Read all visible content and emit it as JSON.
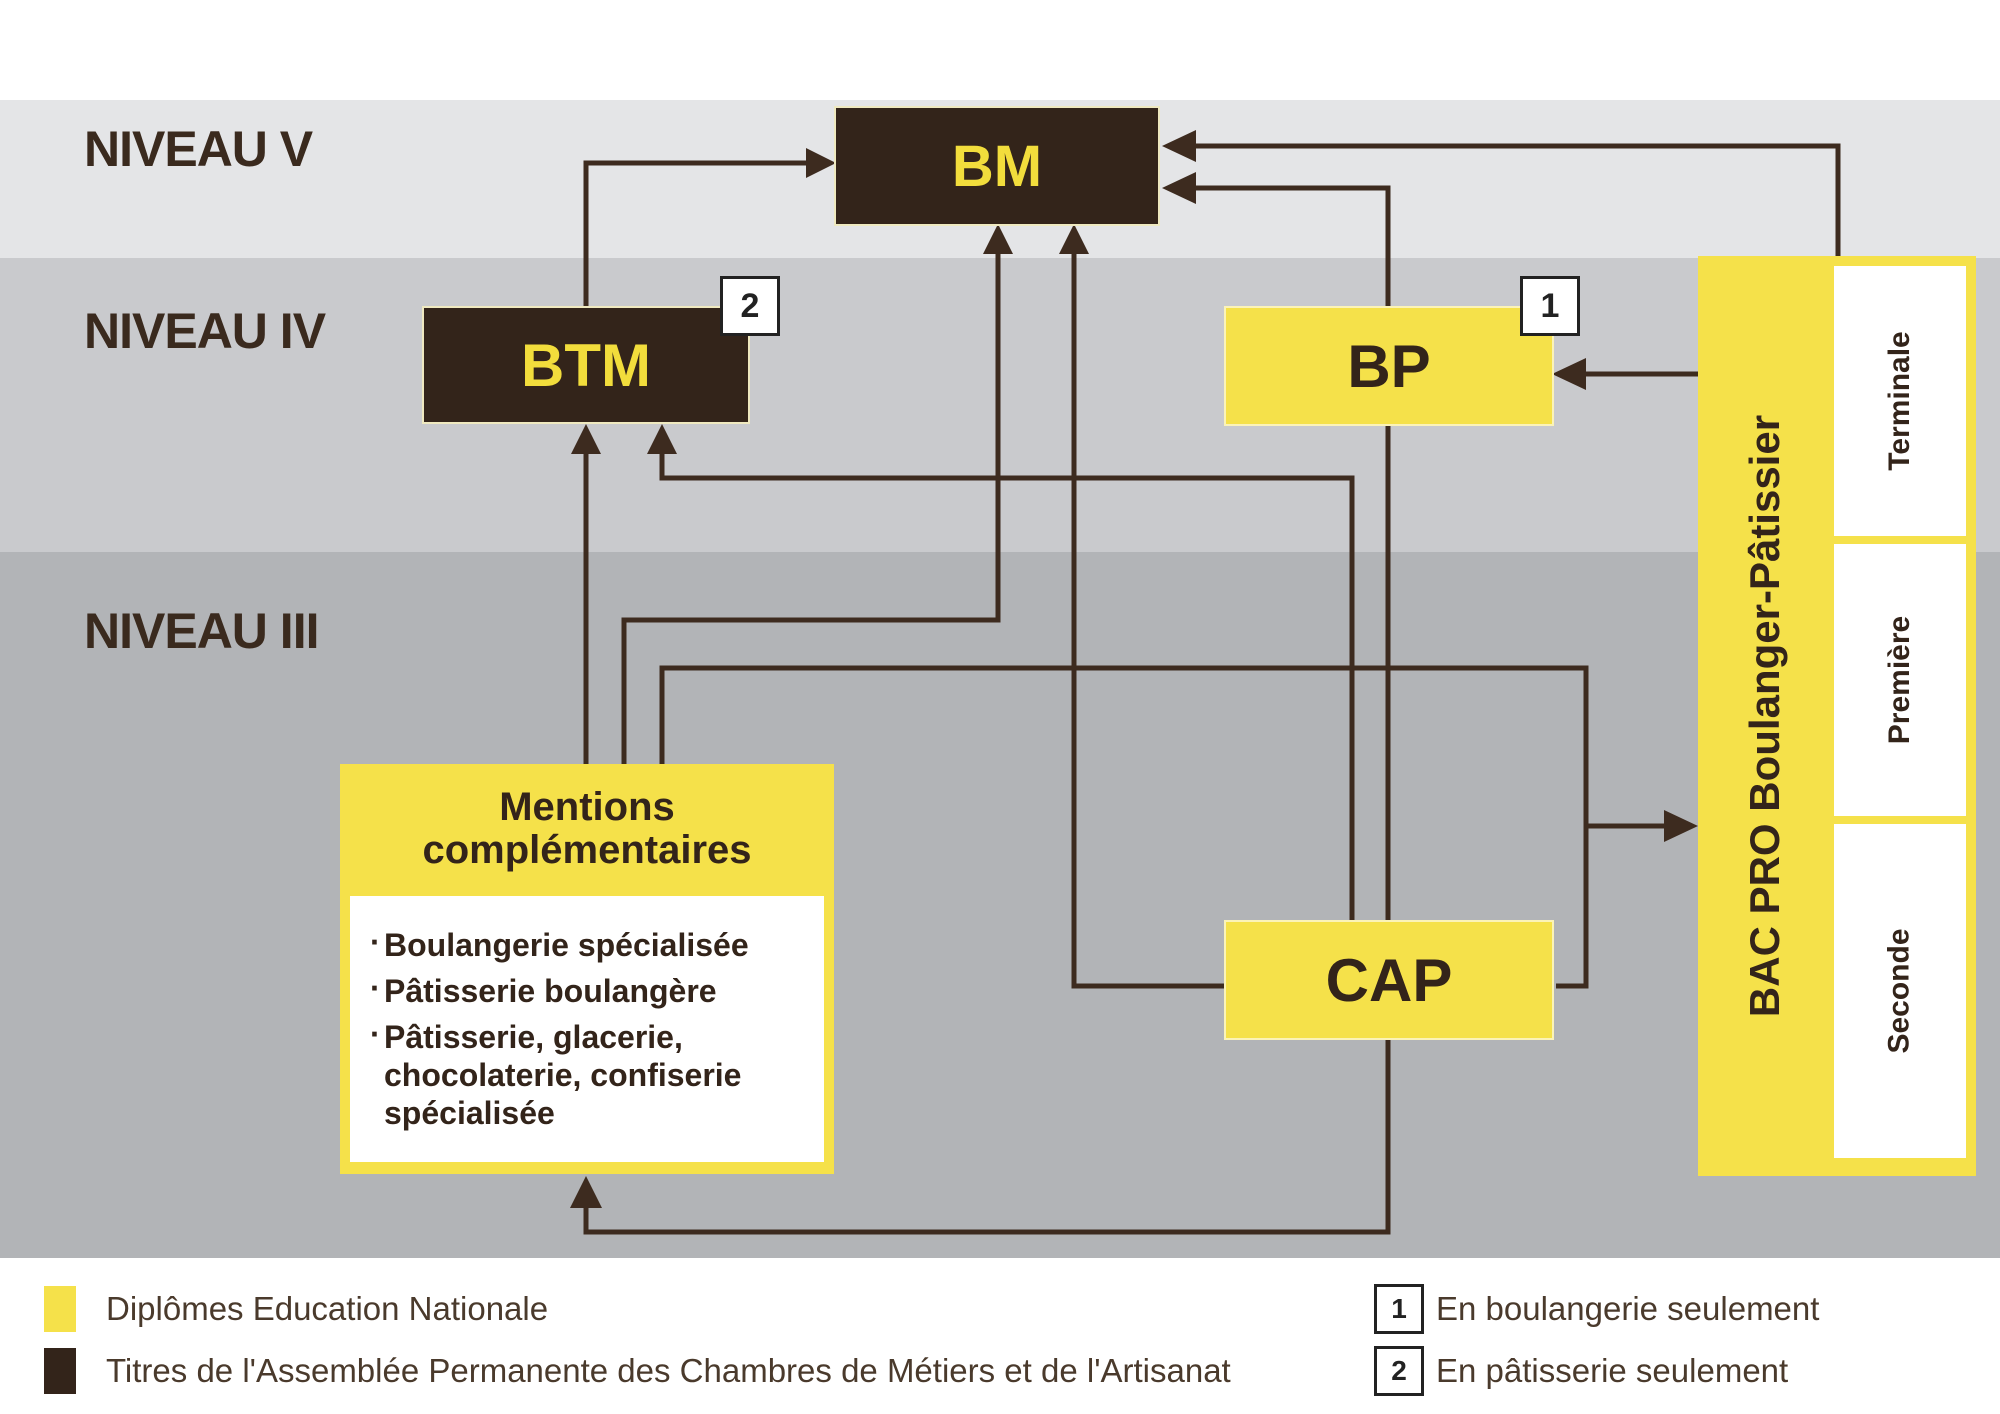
{
  "levels": {
    "v": "NIVEAU V",
    "iv": "NIVEAU IV",
    "iii": "NIVEAU III"
  },
  "boxes": {
    "bm": "BM",
    "btm": "BTM",
    "bp": "BP",
    "cap": "CAP"
  },
  "badges": {
    "btm": "2",
    "bp": "1"
  },
  "mentions": {
    "title_line1": "Mentions",
    "title_line2": "complémentaires",
    "bullet": "·",
    "items": [
      "Boulangerie spécialisée",
      "Pâtisserie boulangère",
      "Pâtisserie, glacerie,",
      "chocolaterie, confiserie",
      "spécialisée"
    ]
  },
  "bac_pro": {
    "title": "BAC PRO Boulanger-Pâtissier",
    "years": [
      "Terminale",
      "Première",
      "Seconde"
    ]
  },
  "legend": {
    "yellow_label": "Diplômes Education Nationale",
    "dark_label": "Titres de l'Assemblée Permanente des Chambres de Métiers et de l'Artisanat",
    "note1_num": "1",
    "note1_label": "En boulangerie seulement",
    "note2_num": "2",
    "note2_label": "En pâtisserie seulement"
  },
  "colors": {
    "yellow": "#f5e14a",
    "dark": "#33241a",
    "band_v": "#e4e5e7",
    "band_iv": "#c9cacd",
    "band_iii": "#b2b4b7",
    "arrow": "#3d2b1f"
  }
}
